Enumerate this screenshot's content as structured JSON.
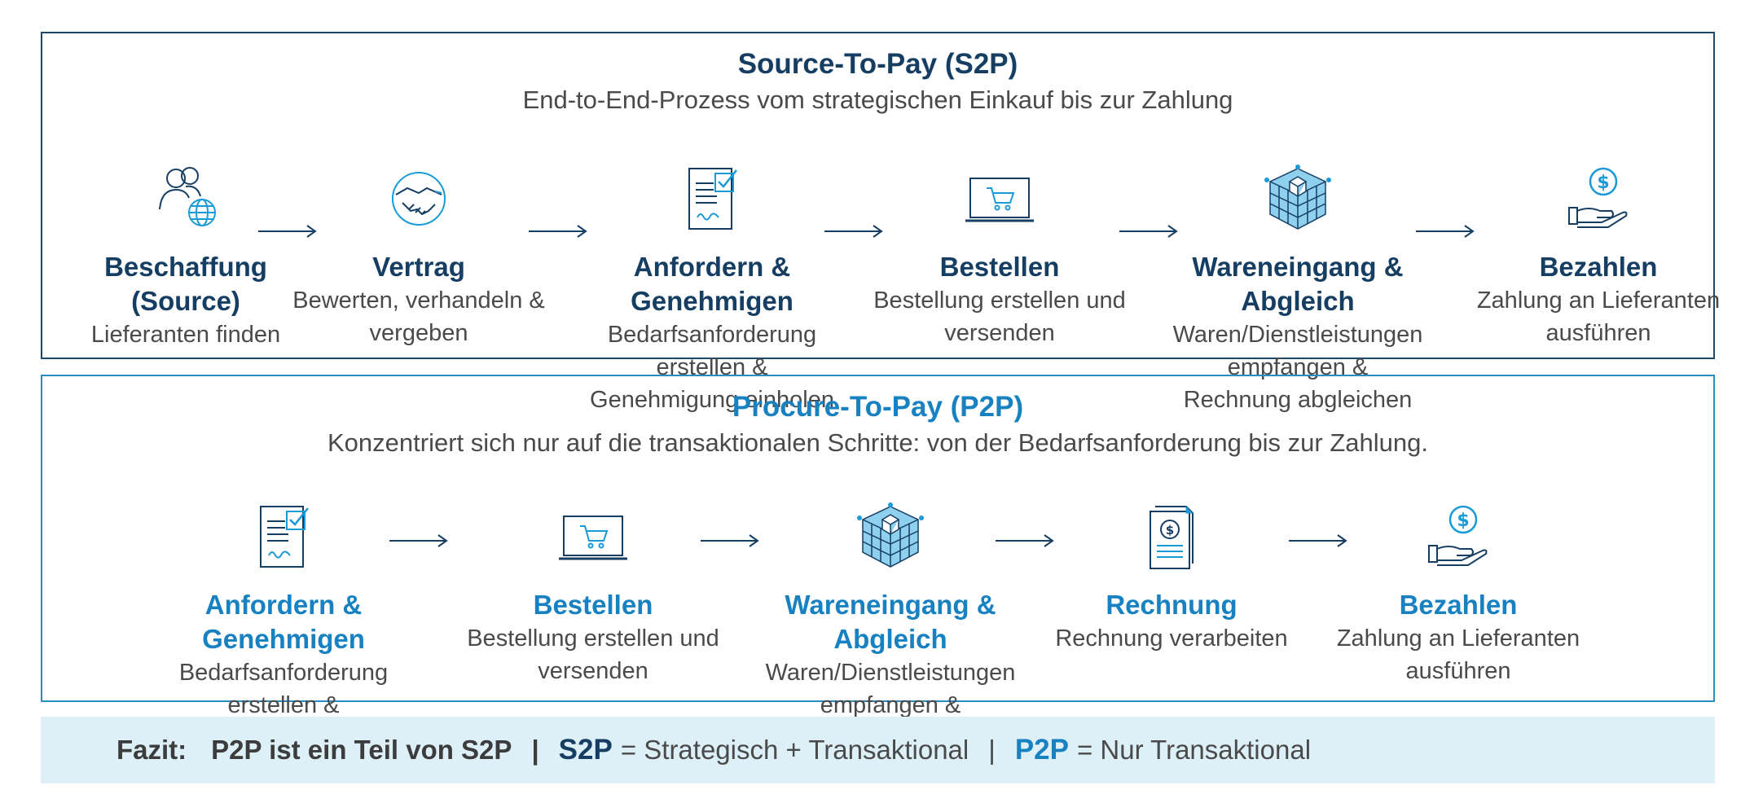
{
  "colors": {
    "s2p_dark": "#163e63",
    "p2p_blue": "#1881c2",
    "icon_teal": "#1a9ad6",
    "fazit_bg": "#ddeff7",
    "text_gray": "#4a4a4a"
  },
  "s2p": {
    "title": "Source-To-Pay (S2P)",
    "subtitle": "End-to-End-Prozess vom strategischen Einkauf bis zur Zahlung",
    "steps": [
      {
        "icon": "people-globe-icon",
        "label": "Beschaffung (Source)",
        "desc": "Lieferanten finden"
      },
      {
        "icon": "handshake-icon",
        "label": "Vertrag",
        "desc": "Bewerten, verhandeln & vergeben"
      },
      {
        "icon": "document-check-icon",
        "label": "Anfordern & Genehmigen",
        "desc": "Bedarfsanforderung erstellen & Genehmigung einholen"
      },
      {
        "icon": "laptop-cart-icon",
        "label": "Bestellen",
        "desc": "Bestellung erstellen und versenden"
      },
      {
        "icon": "cube-boxes-icon",
        "label": "Wareneingang & Abgleich",
        "desc": "Waren/Dienstleistungen empfangen & Rechnung abgleichen"
      },
      {
        "icon": "hand-coin-icon",
        "label": "Bezahlen",
        "desc": "Zahlung an Lieferanten ausführen"
      }
    ]
  },
  "p2p": {
    "title": "Procure-To-Pay (P2P)",
    "subtitle": "Konzentriert sich nur auf die transaktionalen Schritte: von der Bedarfsanforderung bis zur Zahlung.",
    "steps": [
      {
        "icon": "document-check-icon",
        "label": "Anfordern & Genehmigen",
        "desc": "Bedarfsanforderung erstellen & Genehmigung einholen"
      },
      {
        "icon": "laptop-cart-icon",
        "label": "Bestellen",
        "desc": "Bestellung erstellen und versenden"
      },
      {
        "icon": "cube-boxes-icon",
        "label": "Wareneingang & Abgleich",
        "desc": "Waren/Dienstleistungen empfangen & Rechnung abgleichen"
      },
      {
        "icon": "invoice-coin-icon",
        "label": "Rechnung",
        "desc": "Rechnung verarbeiten"
      },
      {
        "icon": "hand-coin-icon",
        "label": "Bezahlen",
        "desc": "Zahlung an Lieferanten ausführen"
      }
    ]
  },
  "fazit": {
    "label": "Fazit:",
    "statement": "P2P ist ein Teil von S2P",
    "divider": "|",
    "s2p_abbr": "S2P",
    "s2p_def": "= Strategisch + Transaktional",
    "p2p_abbr": "P2P",
    "p2p_def": "= Nur Transaktional"
  }
}
